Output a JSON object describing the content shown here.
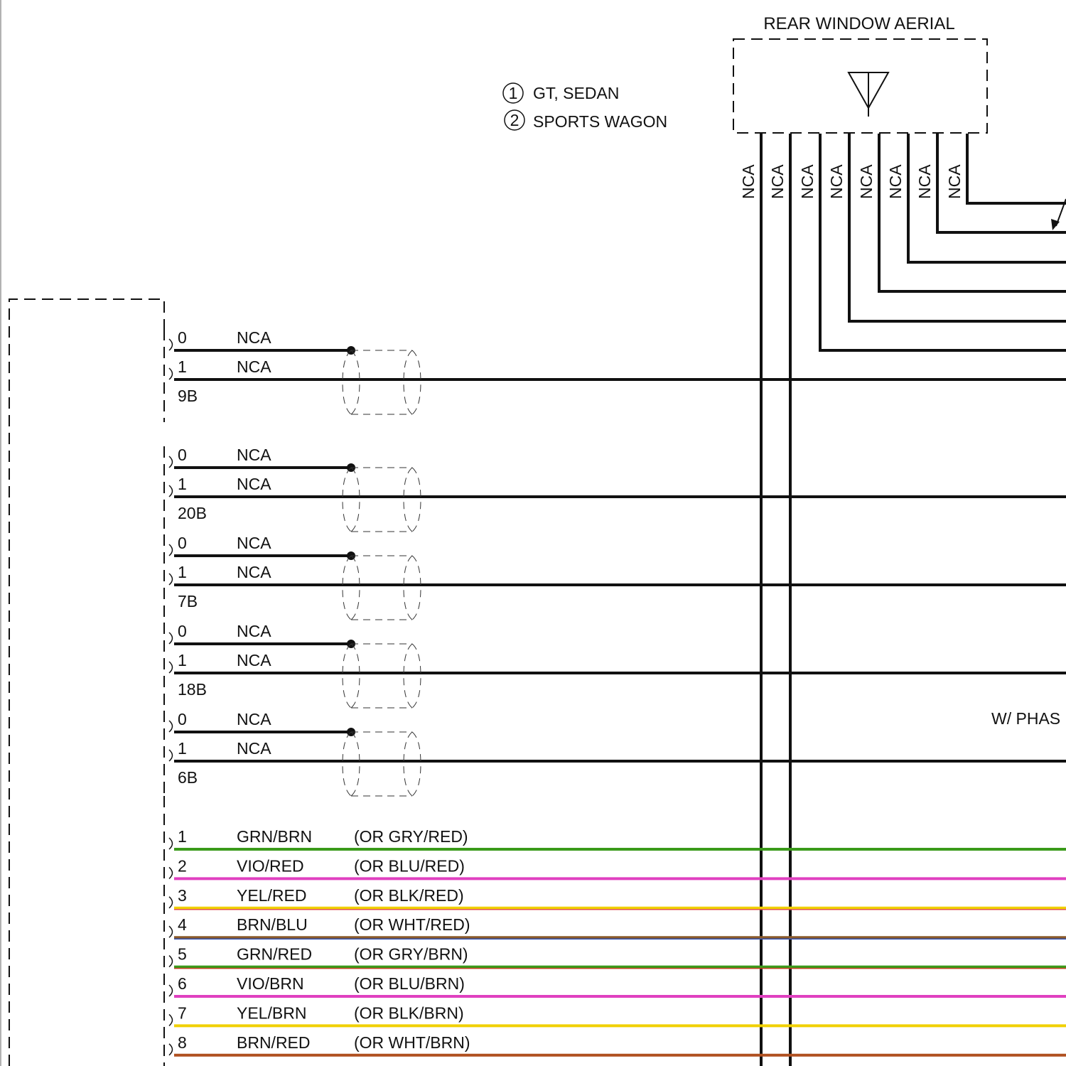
{
  "legend": {
    "items": [
      {
        "marker": "1",
        "text": "GT, SEDAN"
      },
      {
        "marker": "2",
        "text": "SPORTS WAGON"
      }
    ]
  },
  "aerial": {
    "title": "REAR WINDOW AERIAL",
    "lead_labels": [
      "NCA",
      "NCA",
      "NCA",
      "NCA",
      "NCA",
      "NCA",
      "NCA",
      "NCA"
    ]
  },
  "cut_label": "W/ PHAS",
  "coax_groups": [
    {
      "pins": [
        "0",
        "1"
      ],
      "colors": [
        "NCA",
        "NCA"
      ],
      "connector": "9B"
    },
    {
      "pins": [
        "0",
        "1"
      ],
      "colors": [
        "NCA",
        "NCA"
      ],
      "connector": "20B"
    },
    {
      "pins": [
        "0",
        "1"
      ],
      "colors": [
        "NCA",
        "NCA"
      ],
      "connector": "7B"
    },
    {
      "pins": [
        "0",
        "1"
      ],
      "colors": [
        "NCA",
        "NCA"
      ],
      "connector": "18B"
    },
    {
      "pins": [
        "0",
        "1"
      ],
      "colors": [
        "NCA",
        "NCA"
      ],
      "connector": "6B"
    }
  ],
  "speaker_wires": [
    {
      "pin": "1",
      "color": "GRN/BRN",
      "alt": "(OR GRY/RED)",
      "stroke": "#3a9a1a",
      "stroke2": "#3a9a1a"
    },
    {
      "pin": "2",
      "color": "VIO/RED",
      "alt": "(OR BLU/RED)",
      "stroke": "#e040c0",
      "stroke2": "#e040c0"
    },
    {
      "pin": "3",
      "color": "YEL/RED",
      "alt": "(OR BLK/RED)",
      "stroke": "#f0d000",
      "stroke2": "#e05050"
    },
    {
      "pin": "4",
      "color": "BRN/BLU",
      "alt": "(OR WHT/RED)",
      "stroke": "#8a5a2a",
      "stroke2": "#3050b0"
    },
    {
      "pin": "5",
      "color": "GRN/RED",
      "alt": "(OR GRY/BRN)",
      "stroke": "#3a9a1a",
      "stroke2": "#c04020"
    },
    {
      "pin": "6",
      "color": "VIO/BRN",
      "alt": "(OR BLU/BRN)",
      "stroke": "#e040c0",
      "stroke2": "#e040c0"
    },
    {
      "pin": "7",
      "color": "YEL/BRN",
      "alt": "(OR BLK/BRN)",
      "stroke": "#f0d000",
      "stroke2": "#f0d000"
    },
    {
      "pin": "8",
      "color": "BRN/RED",
      "alt": "(OR WHT/BRN)",
      "stroke": "#b05020",
      "stroke2": "#b05020"
    }
  ]
}
